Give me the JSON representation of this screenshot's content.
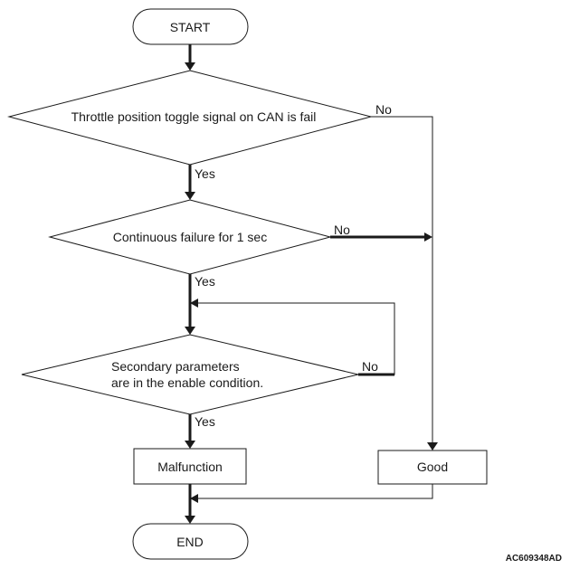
{
  "nodes": {
    "start": "START",
    "decision1": "Throttle position toggle signal on CAN is fail",
    "decision2": "Continuous failure for 1 sec",
    "decision3_line1": "Secondary parameters",
    "decision3_line2": "are in the enable condition.",
    "malfunction": "Malfunction",
    "good": "Good",
    "end": "END"
  },
  "edge_labels": {
    "d1_yes": "Yes",
    "d1_no": "No",
    "d2_yes": "Yes",
    "d2_no": "No",
    "d3_yes": "Yes",
    "d3_no": "No"
  },
  "figure_code": "AC609348AD"
}
